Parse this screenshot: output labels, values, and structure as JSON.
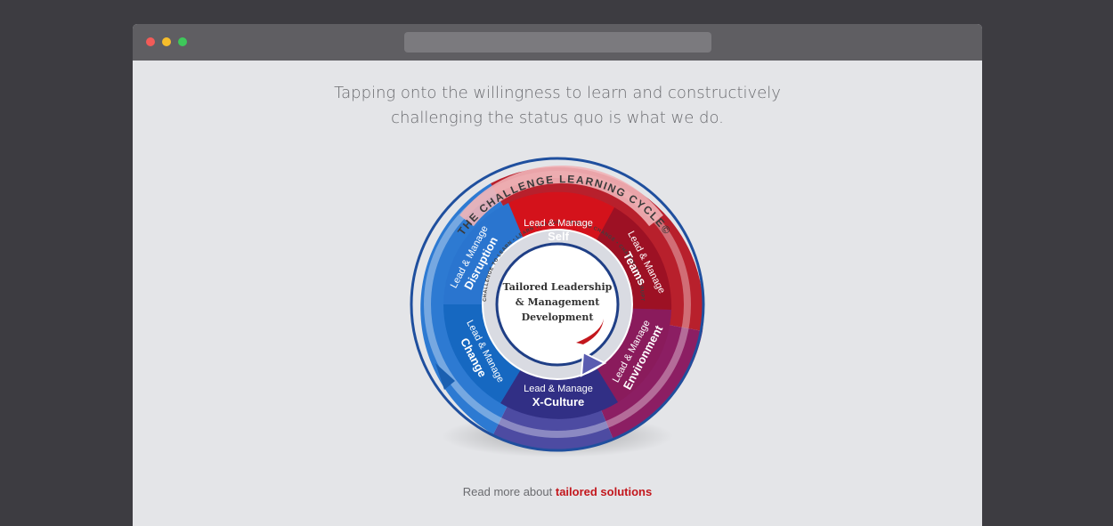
{
  "window": {
    "address_bar": ""
  },
  "headline": {
    "line1": "Tapping onto the willingness to learn and constructively",
    "line2": "challenging the status quo is what we do."
  },
  "diagram": {
    "ring_title": "THE CHALLENGE LEARNING CYCLE©",
    "center_line1": "Tailored Leadership",
    "center_line2": "& Management",
    "center_line3": "Development",
    "inner_ring_text": "CHALLENGE TO LEARN • LEARN TO LEAD • LEAD TO CHANGE • CHANGE TO DISRUPT",
    "segments": [
      {
        "small": "Lead & Manage",
        "big": "Self",
        "color": "#d4121b"
      },
      {
        "small": "Lead & Manage",
        "big": "Teams",
        "color": "#9d1124"
      },
      {
        "small": "Lead & Manage",
        "big": "Environment",
        "color": "#8a1b5c"
      },
      {
        "small": "Lead & Manage",
        "big": "X-Culture",
        "color": "#312f85"
      },
      {
        "small": "Lead & Manage",
        "big": "Change",
        "color": "#1668c1"
      },
      {
        "small": "Lead & Manage",
        "big": "Disruption",
        "color": "#2a75cf"
      }
    ]
  },
  "readmore": {
    "prefix": "Read more about ",
    "link": "tailored solutions"
  }
}
